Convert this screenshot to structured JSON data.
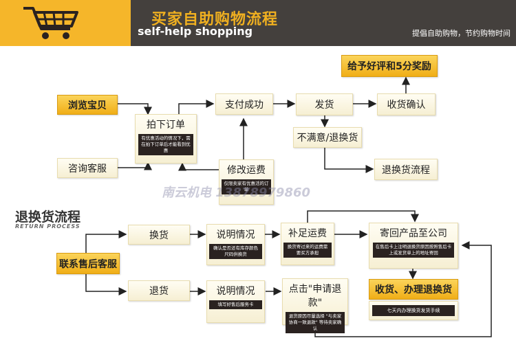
{
  "header": {
    "title": "买家自助购物流程",
    "subtitle": "self-help shopping",
    "tagline": "提倡自助购物，节约购物时间",
    "icon": "shopping-cart-icon",
    "colors": {
      "accent": "#f5b62a",
      "band": "#44403d"
    }
  },
  "shopping_flow": {
    "browse": "浏览宝贝",
    "consult": "咨询客服",
    "place_order": "拍下订单",
    "place_order_note": "有优惠活动的情况下，需在拍下订单后才能看到优惠",
    "payment": "支付成功",
    "modify_shipping": "修改运费",
    "modify_note": "仅限卖家有优惠活的订单",
    "ship": "发货",
    "confirm": "收货确认",
    "review_reward": "给予好评和5分奖励",
    "unsatisfied": "不满意/退换货",
    "return_process": "退换货流程"
  },
  "watermark": "南云机电 13878979860",
  "return_section": {
    "title": "退换货流程",
    "subtitle": "RETURN PROCESS",
    "contact": "联系售后客服",
    "exchange": "换货",
    "refund": "退货",
    "explain1": "说明情况",
    "explain1_note": "确认是否还有库存颜色尺码供换货",
    "explain2": "说明情况",
    "explain2_note": "填写好售后服务卡",
    "pay_shipping": "补足运费",
    "pay_shipping_note": "换货寄过来的运费需要买方承担",
    "apply_refund": "点击\"申请退款\"",
    "apply_refund_note": "退货原因尽量选择 \"与卖家协商一致退款\" 等待卖家确认",
    "send_back": "寄回产品至公司",
    "send_back_note": "在售后卡上注明退换货原因按照售后卡上或发货单上的地址寄回",
    "receive": "收货、办理退换货",
    "receive_note": "七天内办理换货发货手续"
  }
}
